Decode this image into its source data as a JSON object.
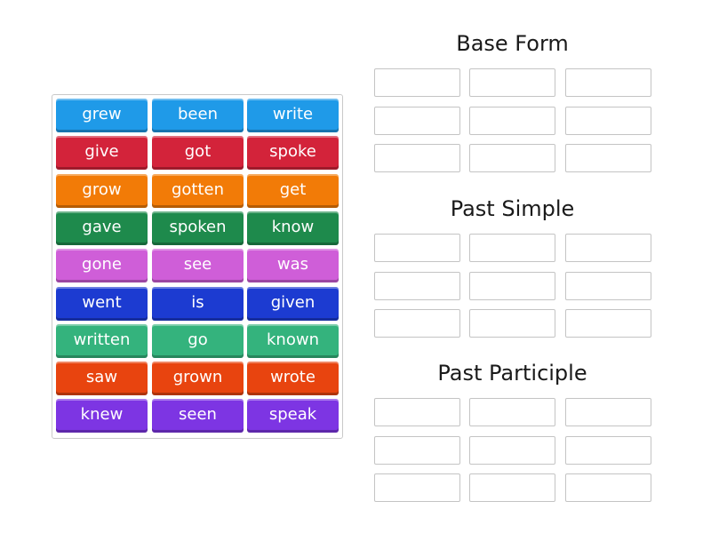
{
  "word_bank": {
    "colors": [
      "#1f9ae8",
      "#d3233a",
      "#f27b07",
      "#1e8a4c",
      "#cf5ed8",
      "#1c3bd1",
      "#34b37d",
      "#e8440f",
      "#7d35e3"
    ],
    "rows": [
      [
        "grew",
        "been",
        "write"
      ],
      [
        "give",
        "got",
        "spoke"
      ],
      [
        "grow",
        "gotten",
        "get"
      ],
      [
        "gave",
        "spoken",
        "know"
      ],
      [
        "gone",
        "see",
        "was"
      ],
      [
        "went",
        "is",
        "given"
      ],
      [
        "written",
        "go",
        "known"
      ],
      [
        "saw",
        "grown",
        "wrote"
      ],
      [
        "knew",
        "seen",
        "speak"
      ]
    ]
  },
  "groups": [
    {
      "title": "Base Form"
    },
    {
      "title": "Past Simple"
    },
    {
      "title": "Past Participle"
    }
  ]
}
